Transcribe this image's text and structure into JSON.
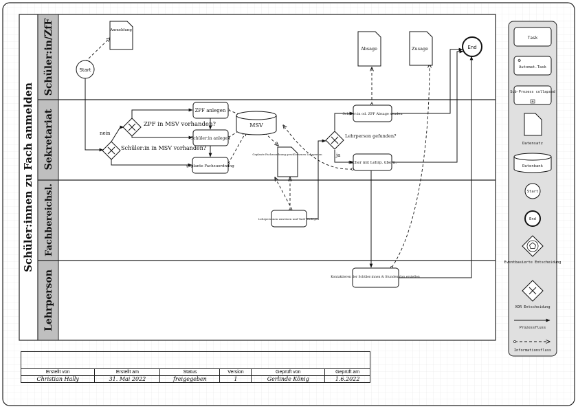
{
  "title": "Schüler:innen zu Fach anmelden",
  "lanes": [
    {
      "label": "Schüler:in/ZfF"
    },
    {
      "label": "Sekretariat"
    },
    {
      "label": "Fachbereichsl."
    },
    {
      "label": "Lehrperson"
    }
  ],
  "nodes": {
    "anmeldung_doc": "Anmeldung",
    "start": "Start",
    "gw_schueler_question": "Schüler:in in MSV vorhanden?",
    "gw_zpf_question": "ZPF in MSV vorhanden?",
    "nein_label": "nein",
    "task_zpf_anlegen": "ZPF anlegen",
    "task_schueler_anlegen": "Schüler:in anlegen",
    "task_geplante_fachzuordnung": "geplante Fachzuordnung",
    "db_msv": "MSV",
    "doc_geplante": "Geplante Fachzuordnung geschlossenen Lehrperson",
    "task_lehrperson_zuweisen": "Lehrpersonen zuweisen und Tarif festlegen",
    "gw_lehrperson_question": "Lehrperson gefunden?",
    "ja_label": "ja",
    "task_schueler_absage": "Schüler:in od. ZPF Absage senden",
    "task_faecher_lehrp": "Fächer mit Lehrp. übern.",
    "doc_absage": "Absage",
    "doc_zusage": "Zusage",
    "end": "End",
    "task_kontaktieren": "Kontaktieren der Schüler:innen & Stundenplan erstellen"
  },
  "legend": {
    "task": "Task",
    "automat_task": "Automat.Task",
    "subprocess": "Sub-Prozess collapsed",
    "datensatz": "Datensatz",
    "datenbank": "Datenbank",
    "start": "Start",
    "end": "End",
    "eventbasierte": "Eventbasierte Entscheidung",
    "xor": "XOR Entscheidung",
    "prozessfluss": "Prozessfluss",
    "informationsfluss": "Informationsfluss"
  },
  "footer": {
    "headers": [
      "Erstellt von",
      "Erstellt am",
      "Status",
      "Version",
      "Geprüft von",
      "Geprüft am"
    ],
    "values": [
      "Christian Hally",
      "31. Mai 2022",
      "freigegeben",
      "1",
      "Gerlinde König",
      "1.6.2022"
    ]
  }
}
